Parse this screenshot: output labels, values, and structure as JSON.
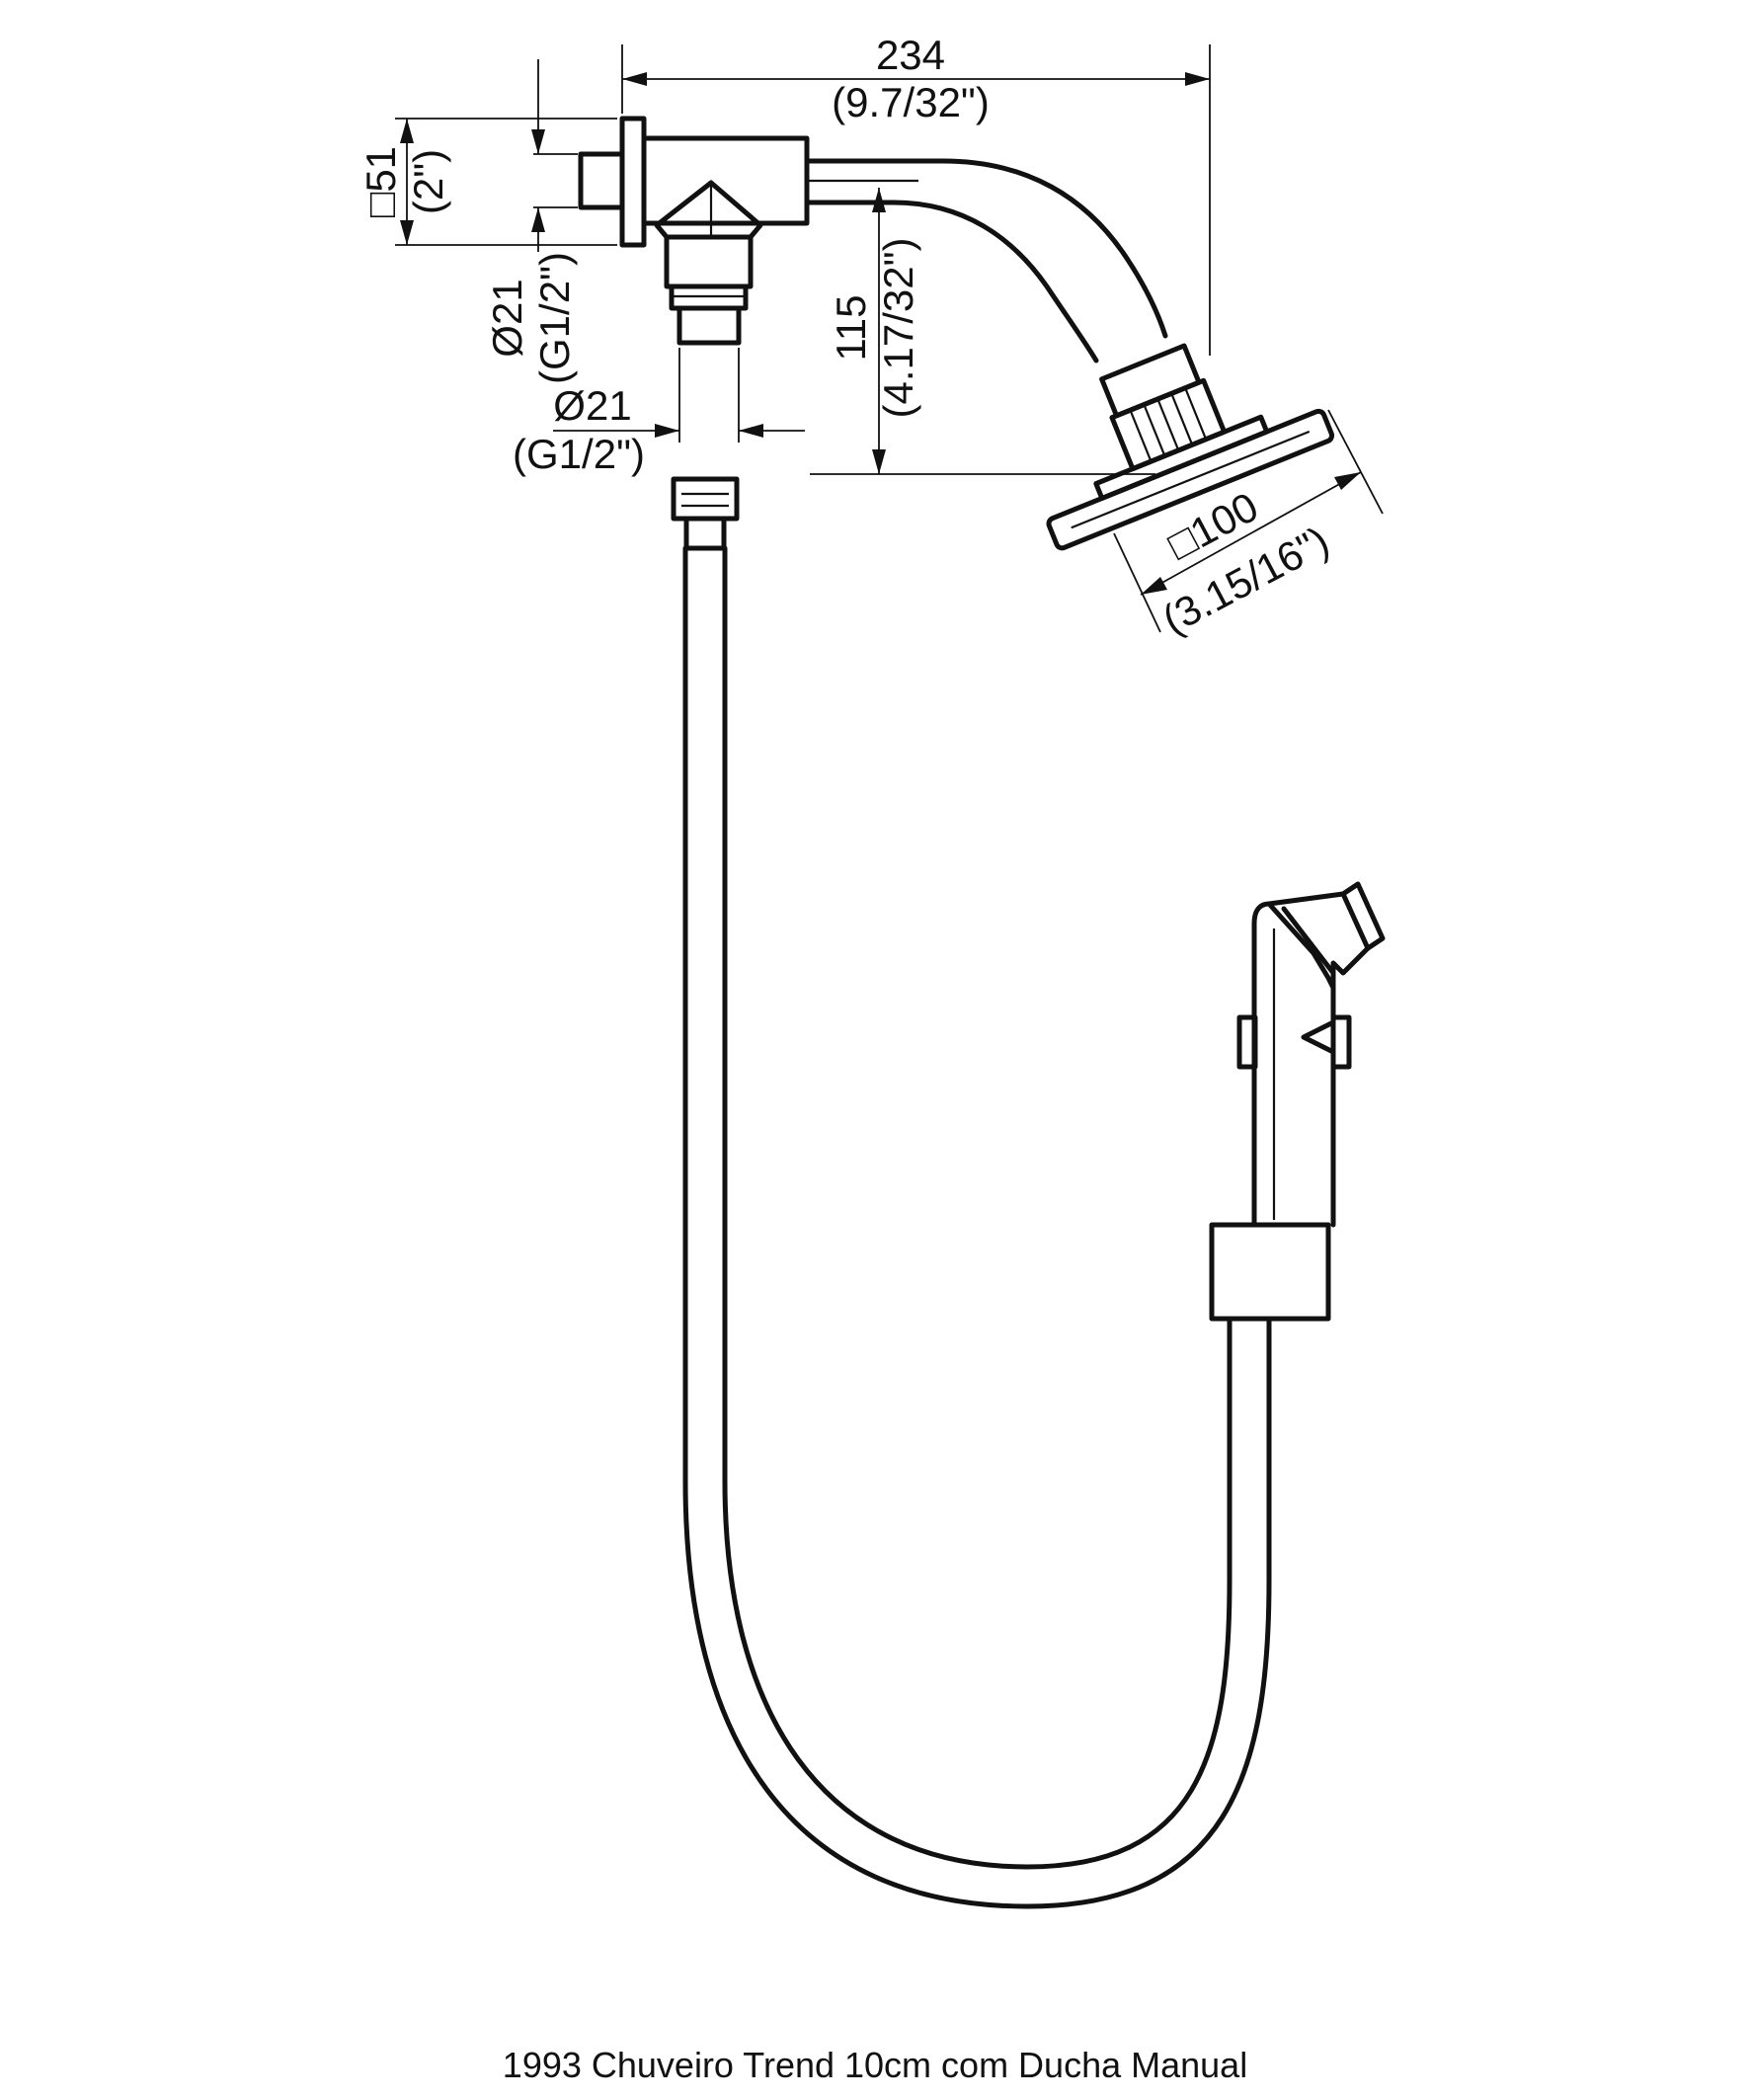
{
  "caption": "1993 Chuveiro Trend 10cm com Ducha Manual",
  "dimensions": {
    "width_mm": "234",
    "width_in": "(9.7/32\")",
    "flange_mm": "□51",
    "flange_in": "(2\")",
    "outlet_mm": "Ø21",
    "outlet_in": "(G1/2\")",
    "connector_mm": "Ø21",
    "connector_in": "(G1/2\")",
    "drop_mm": "115",
    "drop_in": "(4.17/32\")",
    "head_mm": "□100",
    "head_in": "(3.15/16\")"
  },
  "colors": {
    "line": "#111111",
    "background": "#ffffff"
  }
}
